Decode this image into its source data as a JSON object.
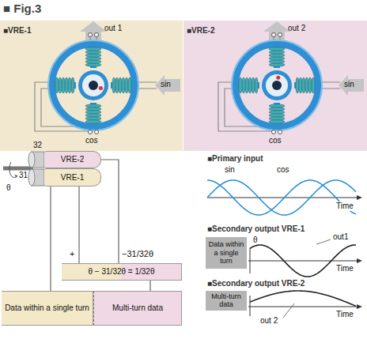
{
  "diagram": {
    "title": "■ Fig.3",
    "nodes": [
      {
        "text": [
          "VRE-2"
        ]
      },
      {
        "text": [
          "VRE-1"
        ]
      },
      {
        "text": [
          "θ − 31/32θ = 1/32θ"
        ]
      },
      {
        "text": [
          "Data within a single turn"
        ]
      },
      {
        "text": [
          "Multi-turn data"
        ]
      },
      {
        "text": [
          "Data within a single turn"
        ]
      },
      {
        "text": [
          "Multi-turn data"
        ]
      }
    ],
    "edges": [
      {
        "from": 1,
        "to": 3,
        "arrow": "none"
      },
      {
        "from": 1,
        "to": 2,
        "label": "+",
        "arrow": "none"
      },
      {
        "from": 0,
        "to": 2,
        "label": "−31/32θ",
        "arrow": "none"
      },
      {
        "from": 2,
        "to": 4,
        "arrow": "none"
      }
    ],
    "labels": [
      "■VRE-1",
      "out 1",
      "sin",
      "cos",
      "■VRE-2",
      "out 2",
      "sin",
      "cos",
      "32",
      "31",
      "θ",
      "■Primary input",
      "sin",
      "cos",
      "Time",
      "■Secondary output VRE-1",
      "θ",
      "out1",
      "Time",
      "■Secondary output VRE-2",
      "out 2",
      "Time"
    ]
  }
}
